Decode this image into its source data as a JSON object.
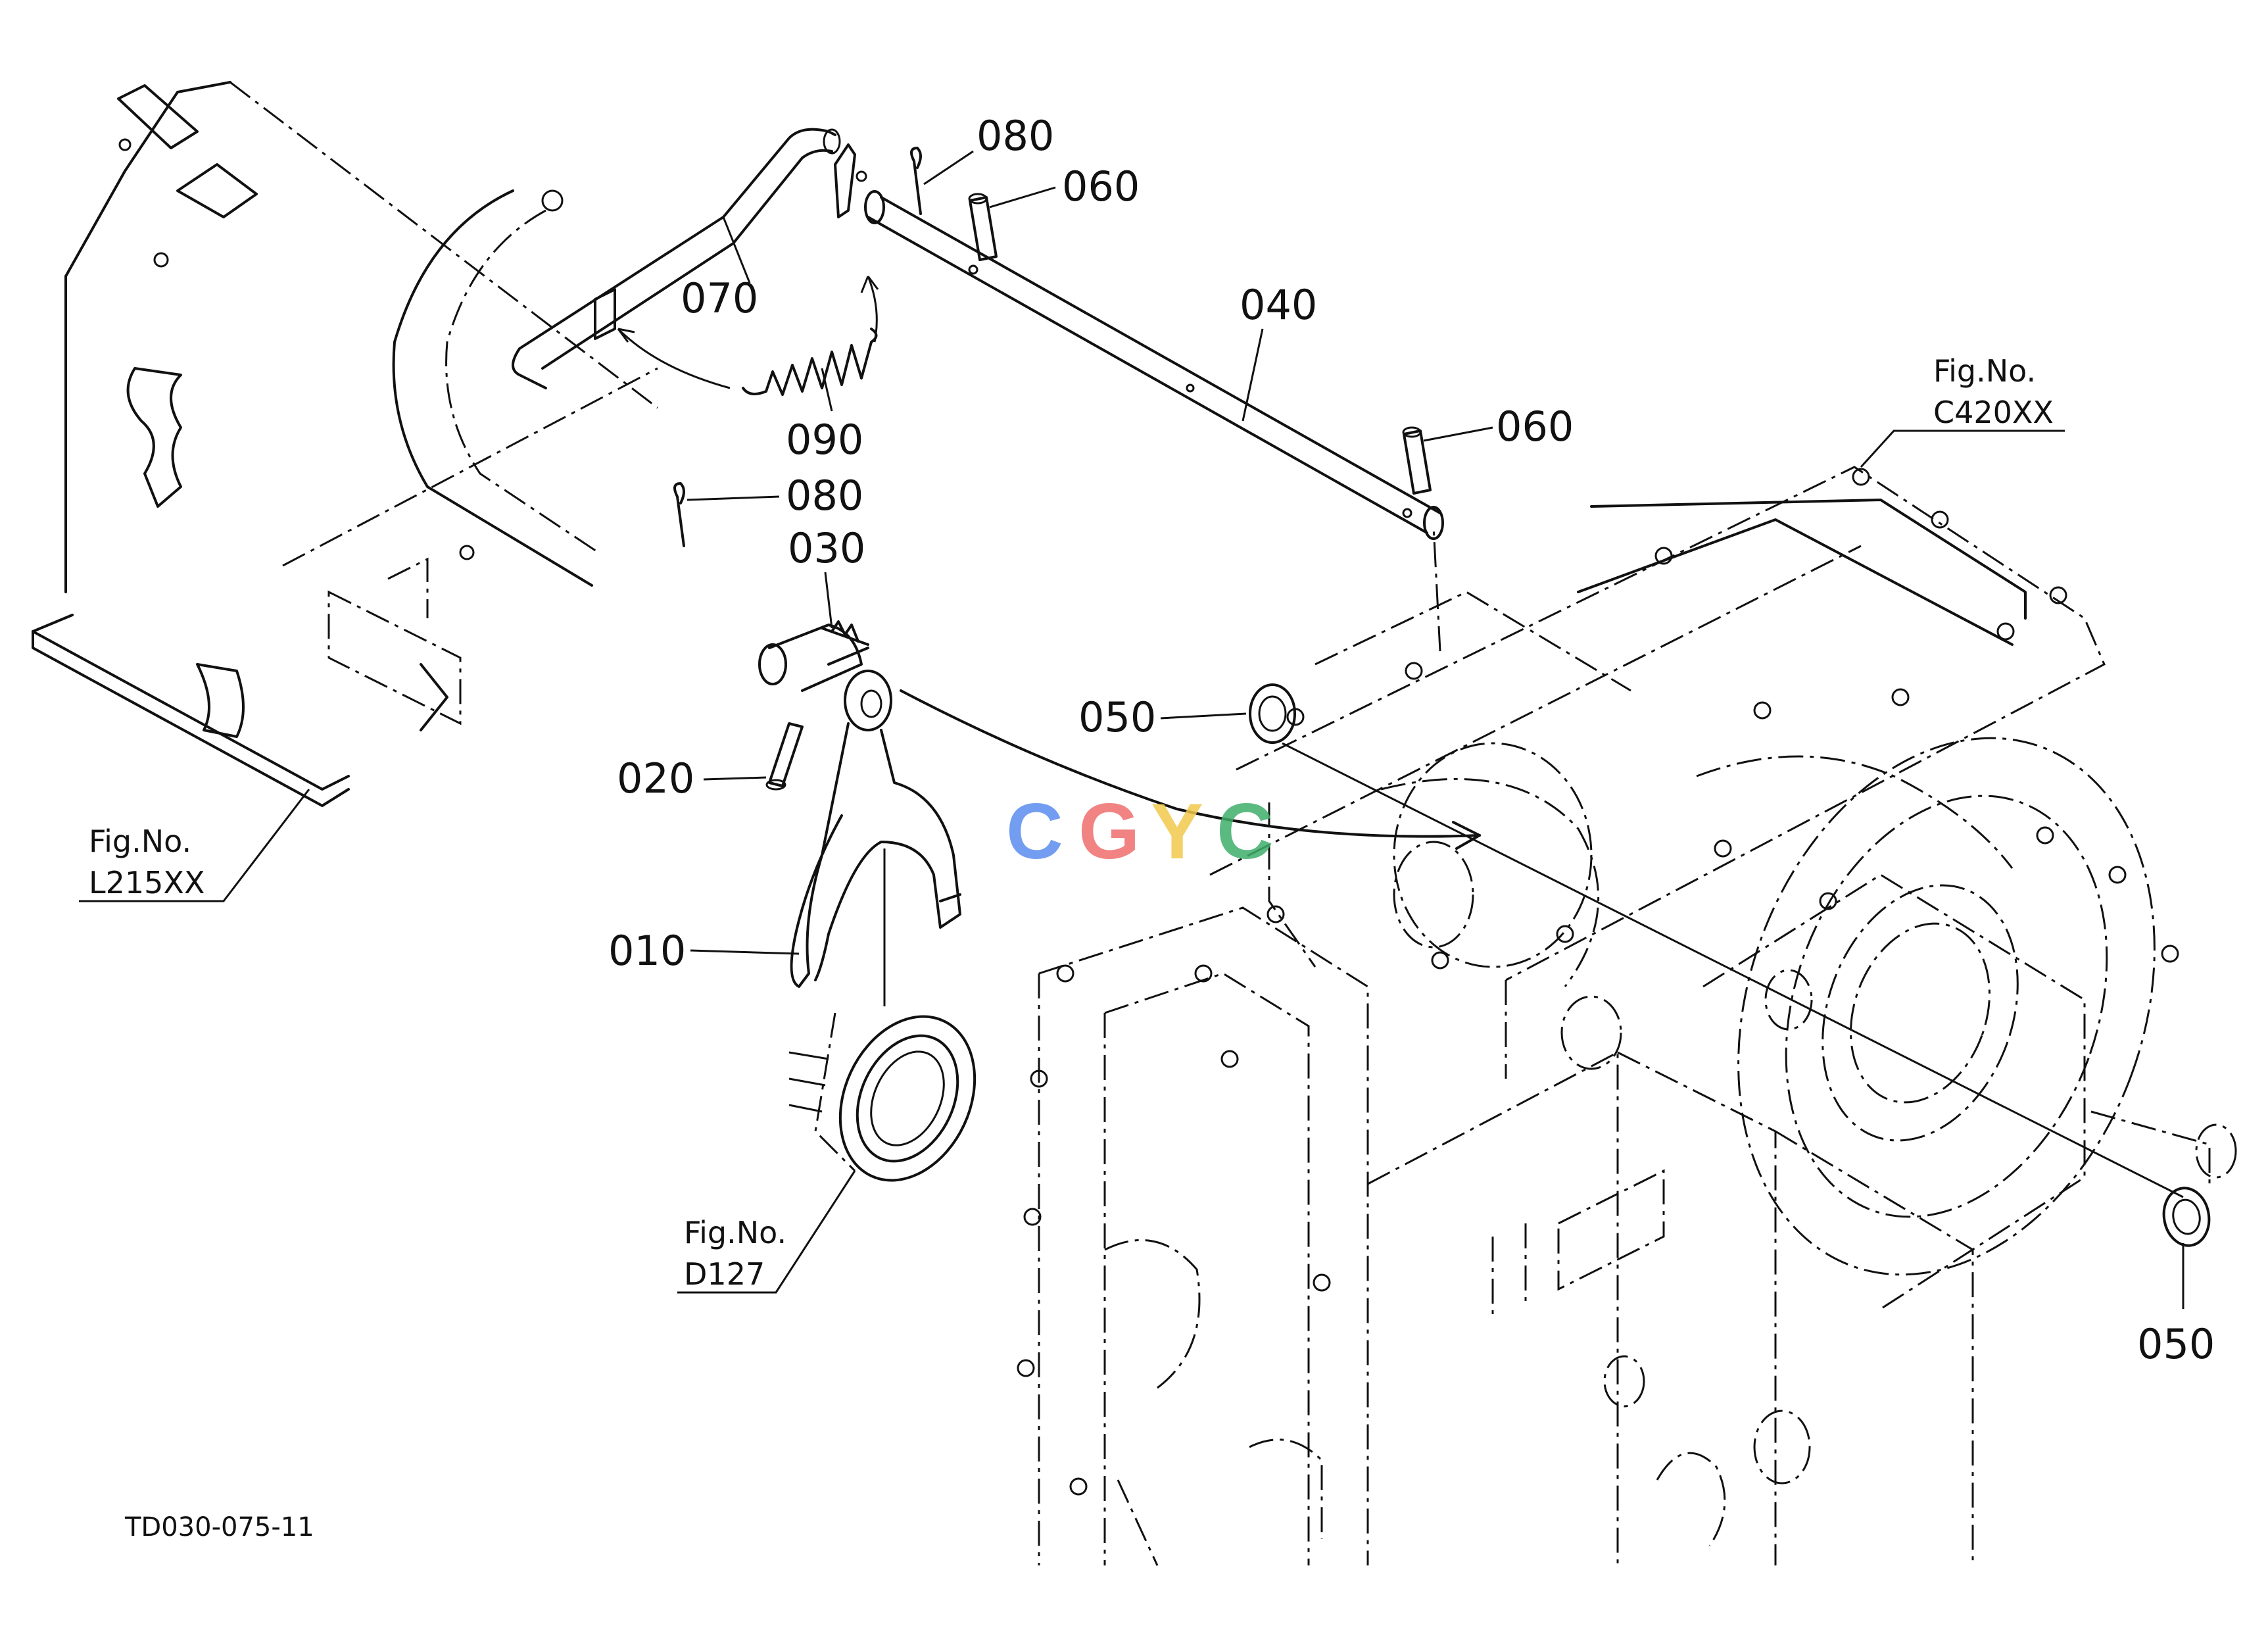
{
  "callouts": {
    "p010": "010",
    "p020": "020",
    "p030": "030",
    "p040": "040",
    "p050a": "050",
    "p050b": "050",
    "p060a": "060",
    "p060b": "060",
    "p070": "070",
    "p080a": "080",
    "p080b": "080",
    "p090": "090"
  },
  "figure_refs": {
    "c420": {
      "line1": "Fig.No.",
      "line2": "C420XX"
    },
    "l215": {
      "line1": "Fig.No.",
      "line2": "L215XX"
    },
    "d127": {
      "line1": "Fig.No.",
      "line2": "D127"
    }
  },
  "drawing_code": "TD030-075-11",
  "watermark": {
    "letters": [
      "C",
      "G",
      "Y",
      "C"
    ],
    "colors": [
      "#5b8def",
      "#ef6e6e",
      "#f2c94c",
      "#3fae6a"
    ]
  }
}
